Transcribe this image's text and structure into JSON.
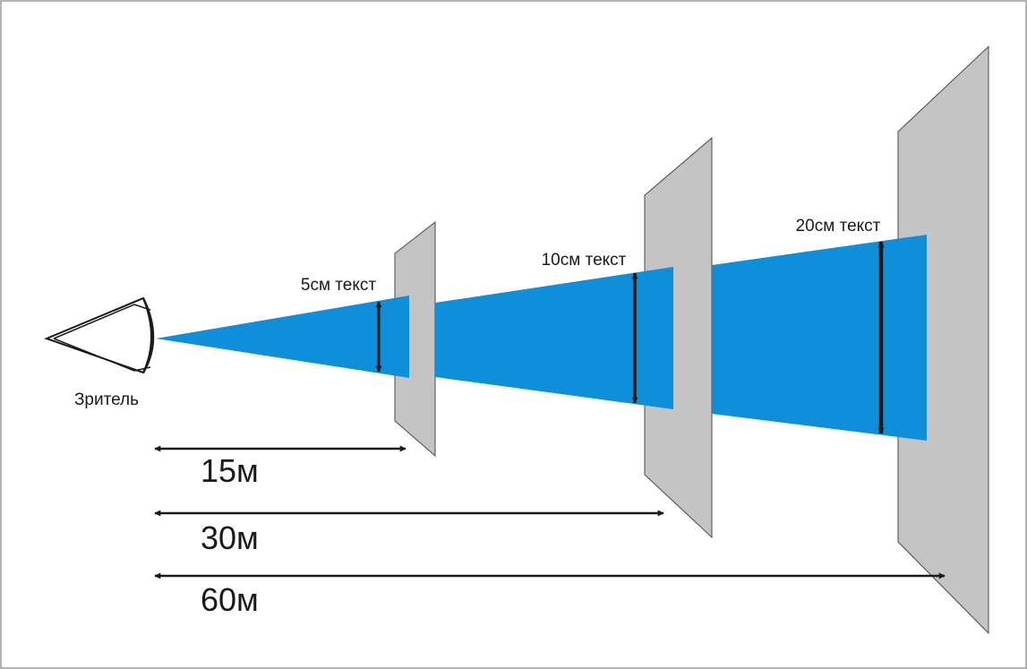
{
  "viewer": {
    "label": "Зритель"
  },
  "panels": [
    {
      "text_size_label": "5см текст",
      "distance_label": "15м"
    },
    {
      "text_size_label": "10см текст",
      "distance_label": "30м"
    },
    {
      "text_size_label": "20см текст",
      "distance_label": "60м"
    }
  ],
  "colors": {
    "cone_fill": "#0f8fd9",
    "panel_fill": "#c4c4c4",
    "panel_stroke": "#4a4a4a",
    "arrow": "#1a1a1a"
  }
}
